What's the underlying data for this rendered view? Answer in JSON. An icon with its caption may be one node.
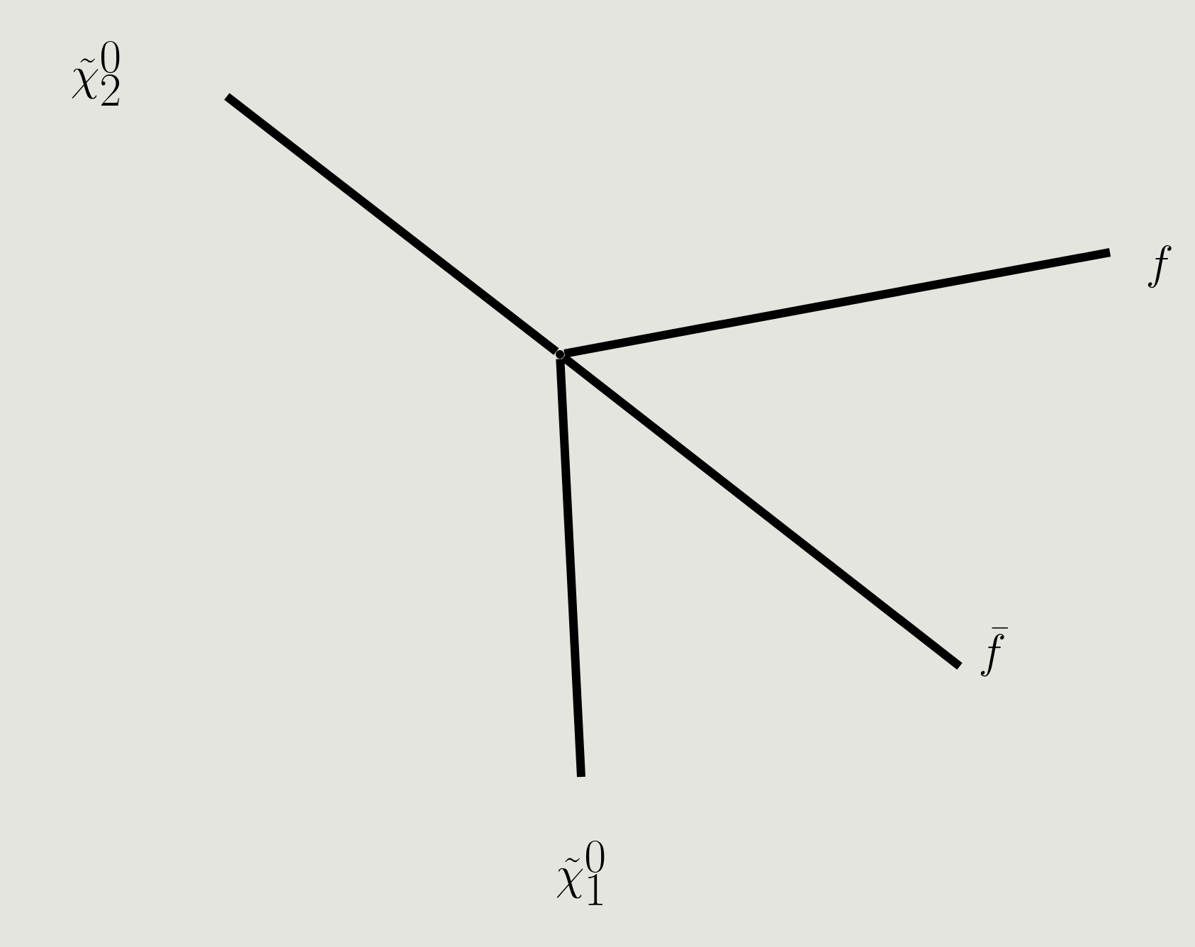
{
  "diagram": {
    "nodes": [
      {
        "text": [
          "\\tilde{\\chi}_2^0"
        ]
      },
      {
        "text": [
          "f"
        ]
      },
      {
        "text": [
          "\\bar{f}"
        ]
      },
      {
        "text": [
          "\\tilde{\\chi}_1^0"
        ]
      },
      {
        "text": [],
        "shape": "dot"
      }
    ],
    "edges": [
      {
        "from": 0,
        "to": 4,
        "arrow": "none"
      },
      {
        "from": 4,
        "to": 1,
        "arrow": "none"
      },
      {
        "from": 4,
        "to": 2,
        "arrow": "none"
      },
      {
        "from": 4,
        "to": 3,
        "arrow": "none"
      }
    ]
  }
}
